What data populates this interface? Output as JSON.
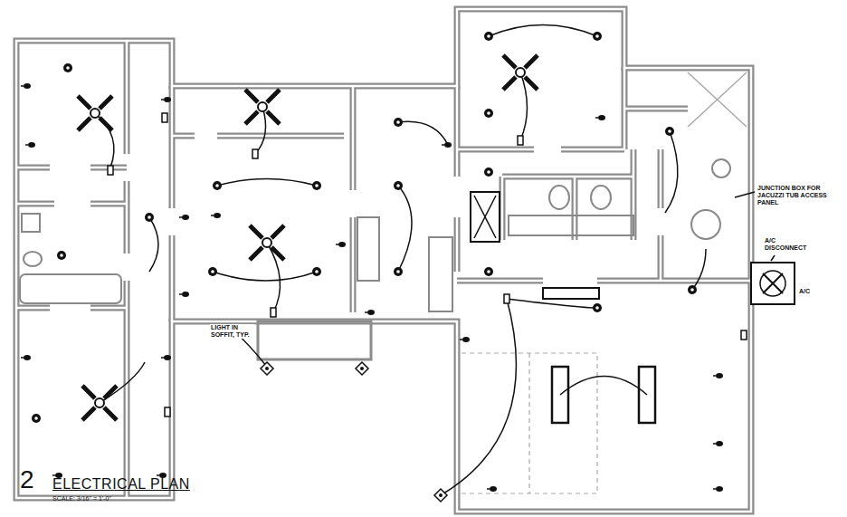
{
  "diagram": {
    "title": "ELECTRICAL PLAN",
    "labels": [
      "2",
      "SCALE: 3/16\" = 1'-0\"",
      "A/C DISCONNECT",
      "A/C",
      "JUNCTION BOX FOR JACUZZI TUB ACCESS PANEL",
      "LIGHT IN SOFFIT, TYP."
    ]
  }
}
